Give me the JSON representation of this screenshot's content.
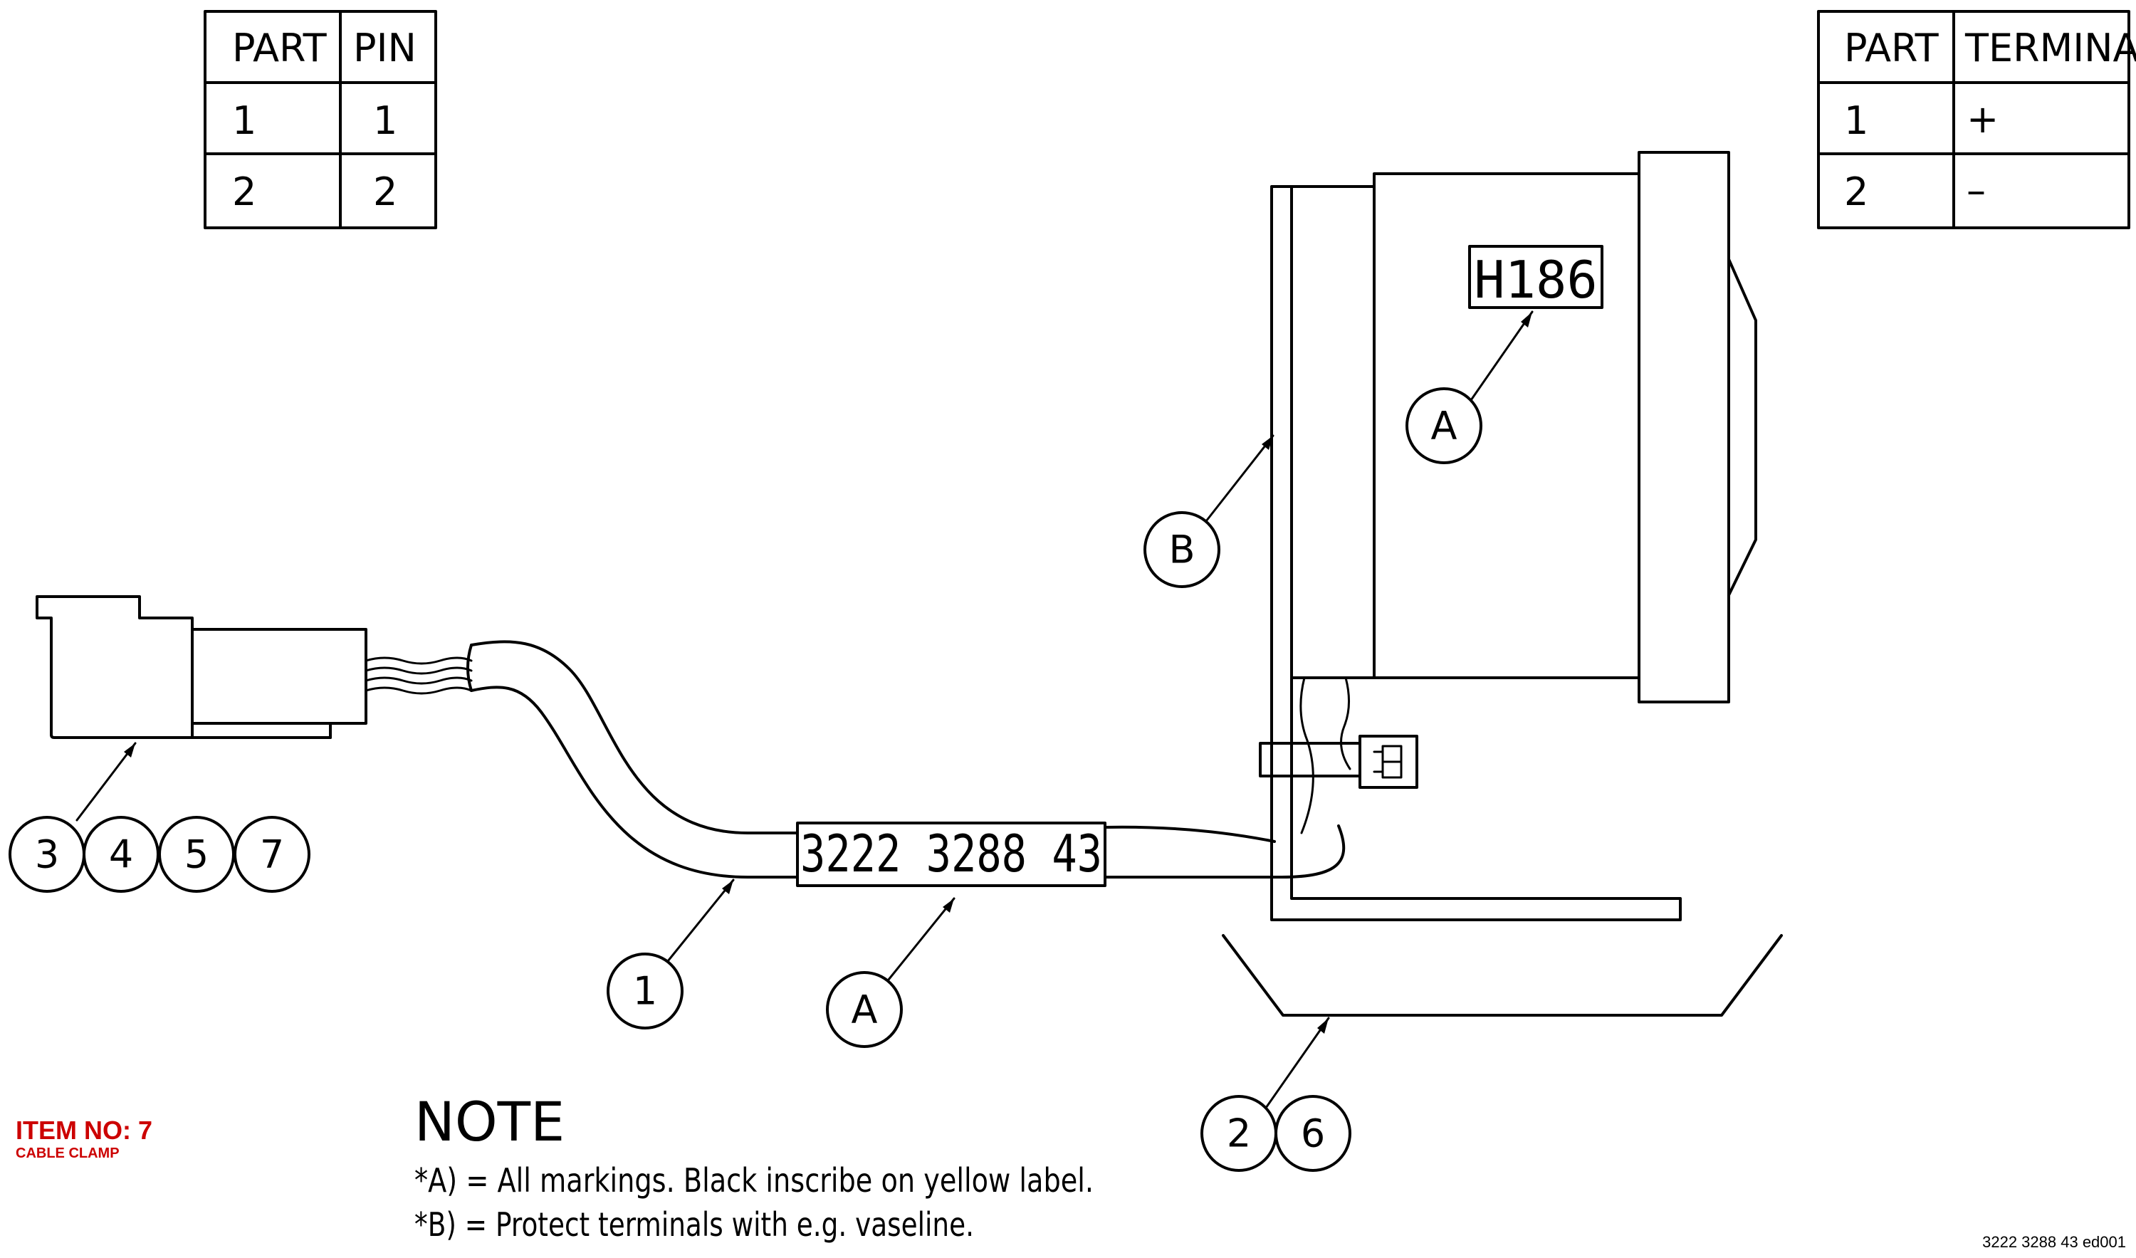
{
  "pin_table": {
    "headers": [
      "PART",
      "PIN"
    ],
    "rows": [
      [
        "1",
        "1"
      ],
      [
        "2",
        "2"
      ]
    ]
  },
  "terminal_table": {
    "headers": [
      "PART",
      "TERMINAL"
    ],
    "rows": [
      [
        "1",
        "+"
      ],
      [
        "2",
        "–"
      ]
    ]
  },
  "gauge_label": "H186",
  "cable_label": "3222 3288 43",
  "balloons": {
    "connector": [
      "3",
      "4",
      "5",
      "7"
    ],
    "cable": "1",
    "cable_marking": "A",
    "gauge_marking": "A",
    "terminals": "B",
    "clamp": [
      "2",
      "6"
    ]
  },
  "note": {
    "title": "NOTE",
    "lines": [
      "*A) = All markings. Black inscribe on yellow label.",
      "*B) = Protect terminals with e.g. vaseline."
    ]
  },
  "item": {
    "title": "ITEM NO: 7",
    "subtitle": "CABLE CLAMP"
  },
  "drawing_number": "3222 3288 43 ed001"
}
